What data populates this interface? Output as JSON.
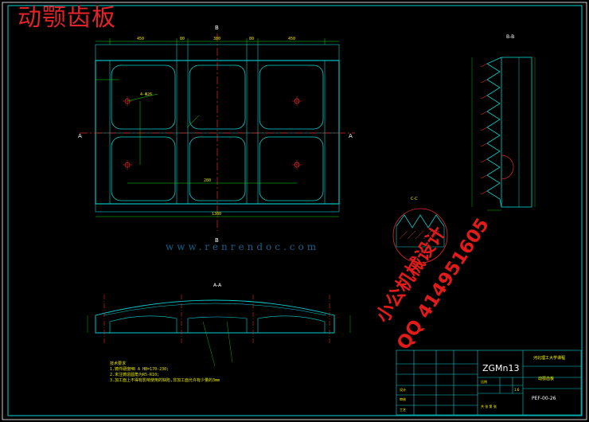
{
  "drawing": {
    "title": "动颚齿板",
    "watermark_site": "www.renrendoc.com",
    "watermark_contact_1": "小公机械设计",
    "watermark_contact_2": "QQ 414951605",
    "sections": {
      "bb_label": "B-B",
      "aa_label": "A-A",
      "cc_label": "C-C",
      "cut_a": "A",
      "cut_b": "B"
    },
    "notes": {
      "heading": "技术要求",
      "line1": "1.铸件硬度HB A HB=170-230;",
      "line2": "2.未注铸造圆角为R5-R10;",
      "line3": "3.加工面上不得有影响使用的缺陷,非加工面允许有少量的3mm"
    },
    "front_dims": {
      "d1": "450",
      "d2": "80",
      "d3": "380",
      "d4": "80",
      "d5": "450",
      "d6": "1380",
      "d7": "4-Φ26",
      "d8": "280"
    }
  },
  "title_block": {
    "material": "ZGMn13",
    "company": "河北理工大学课程",
    "part_name": "动颚齿板",
    "drawing_no": "PEF-00-26",
    "scale_label": "比例",
    "sheet_label": "共  张  第  张",
    "designer_label": "设计",
    "checker_label": "审核",
    "process_label": "工艺",
    "scale_value": "1:6"
  },
  "colors": {
    "outline": "#00d2d2",
    "center": "#e6282a",
    "dims": "#00e000",
    "text": "#ffff00",
    "frame": "#ffffff"
  }
}
